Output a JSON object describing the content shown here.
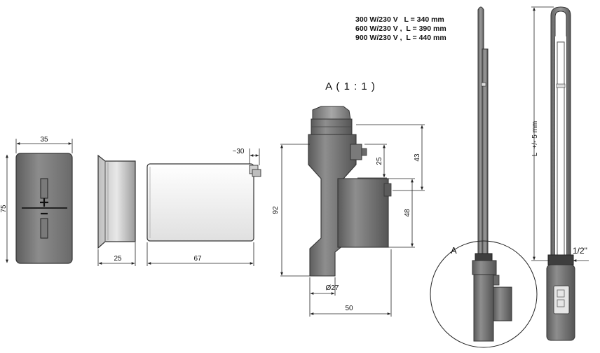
{
  "specs": [
    "300 W/230 V   L = 340 mm",
    "600 W/230 V ,  L = 390 mm",
    "900 W/230 V ,  L = 440 mm"
  ],
  "detail_title": "A ( 1 : 1 )",
  "detail_marker": "A",
  "dimensions": {
    "front_width": "35",
    "front_height": "75",
    "cover_depth": "25",
    "housing_length": "67",
    "housing_offset": "~30",
    "head_height": "92",
    "upper_offset": "43",
    "cap_offset": "25",
    "box_height": "48",
    "diameter": "Ø27",
    "total_width": "50",
    "length_label": "L  +/- 5 mm",
    "thread": "1/2\""
  },
  "colors": {
    "body_dark": "#6e6e6e",
    "body_mid": "#8a8a8a",
    "body_light": "#c4c4c4",
    "housing_white": "#f3f3f3",
    "outline": "#333333"
  }
}
